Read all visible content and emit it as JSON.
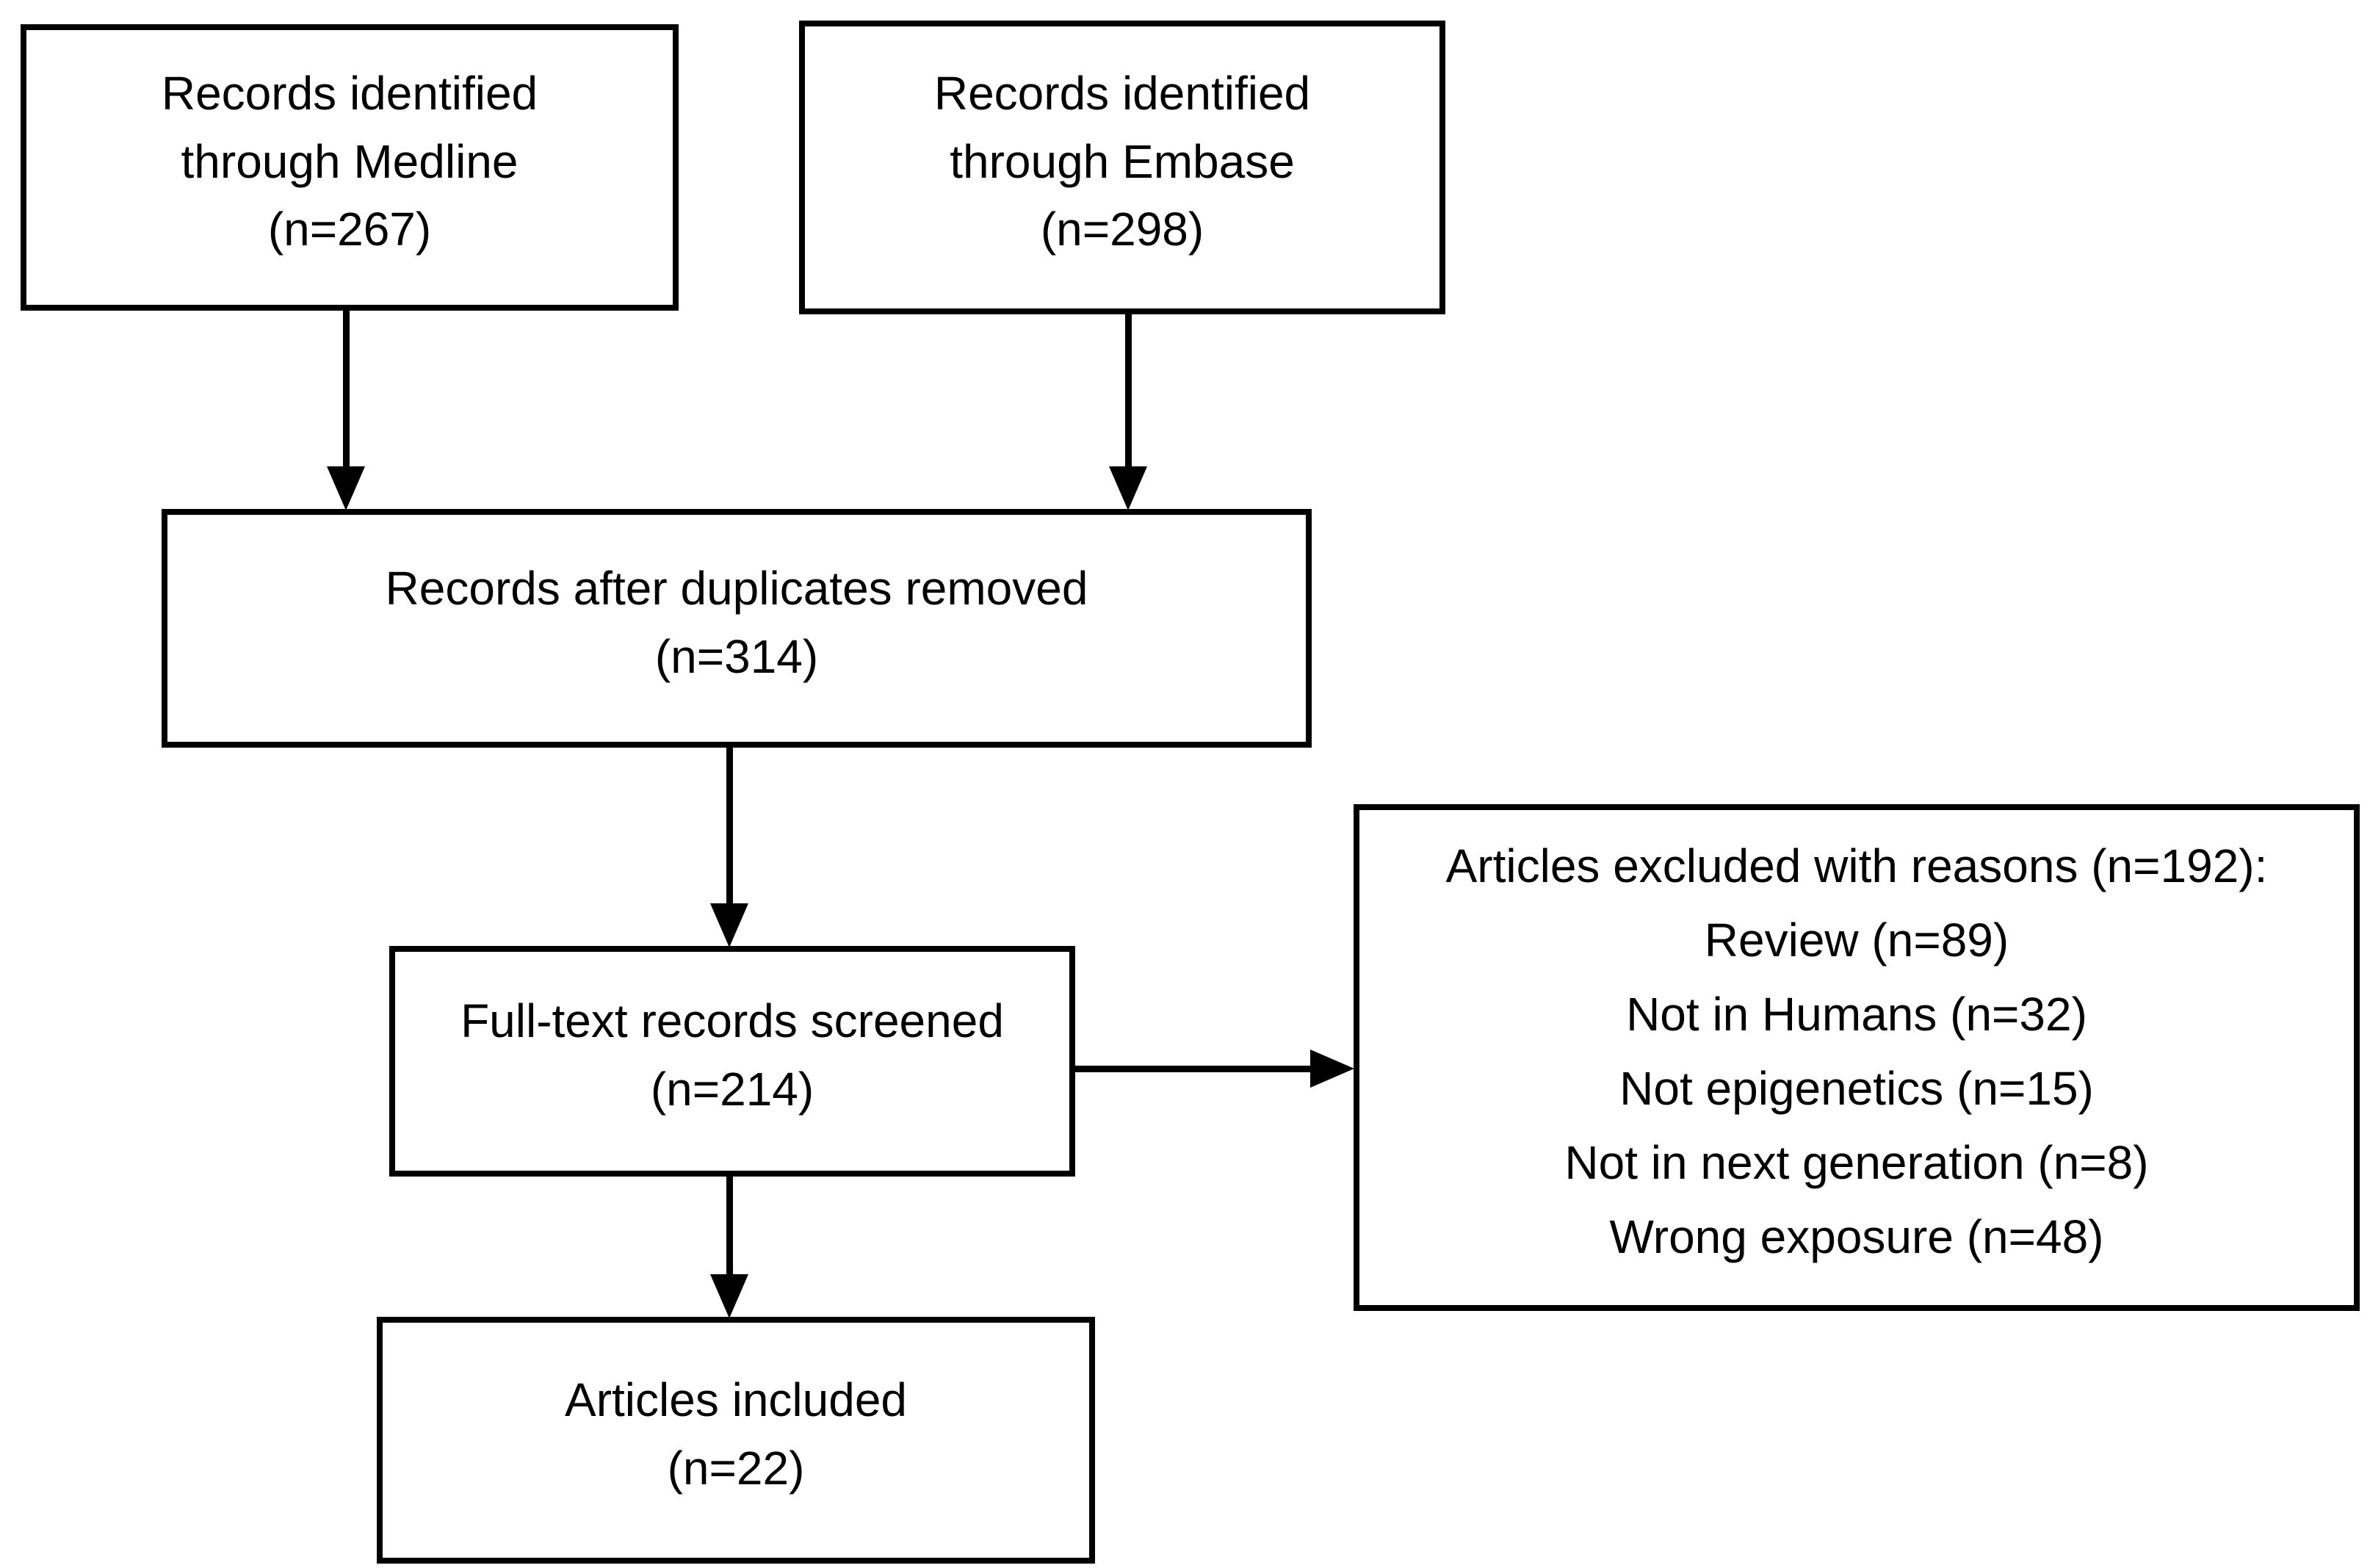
{
  "colors": {
    "background": "#ffffff",
    "box_border": "#000000",
    "text": "#000000",
    "arrow": "#000000"
  },
  "boxes": {
    "medline": {
      "lines": [
        "Records identified",
        "through Medline",
        "(n=267)"
      ],
      "count": 267
    },
    "embase": {
      "lines": [
        "Records identified",
        "through Embase",
        "(n=298)"
      ],
      "count": 298
    },
    "duplicates_removed": {
      "lines": [
        "Records after duplicates removed",
        "(n=314)"
      ],
      "count": 314
    },
    "fulltext_screened": {
      "lines": [
        "Full-text records screened",
        "(n=214)"
      ],
      "count": 214
    },
    "excluded": {
      "lines": [
        "Articles excluded with reasons (n=192):",
        "Review (n=89)",
        "Not in Humans (n=32)",
        "Not epigenetics (n=15)",
        "Not in next generation (n=8)",
        "Wrong exposure (n=48)"
      ],
      "count": 192,
      "reasons": [
        {
          "label": "Review",
          "count": 89
        },
        {
          "label": "Not in Humans",
          "count": 32
        },
        {
          "label": "Not epigenetics",
          "count": 15
        },
        {
          "label": "Not in next generation",
          "count": 8
        },
        {
          "label": "Wrong exposure",
          "count": 48
        }
      ]
    },
    "included": {
      "lines": [
        "Articles included",
        "(n=22)"
      ],
      "count": 22
    }
  }
}
